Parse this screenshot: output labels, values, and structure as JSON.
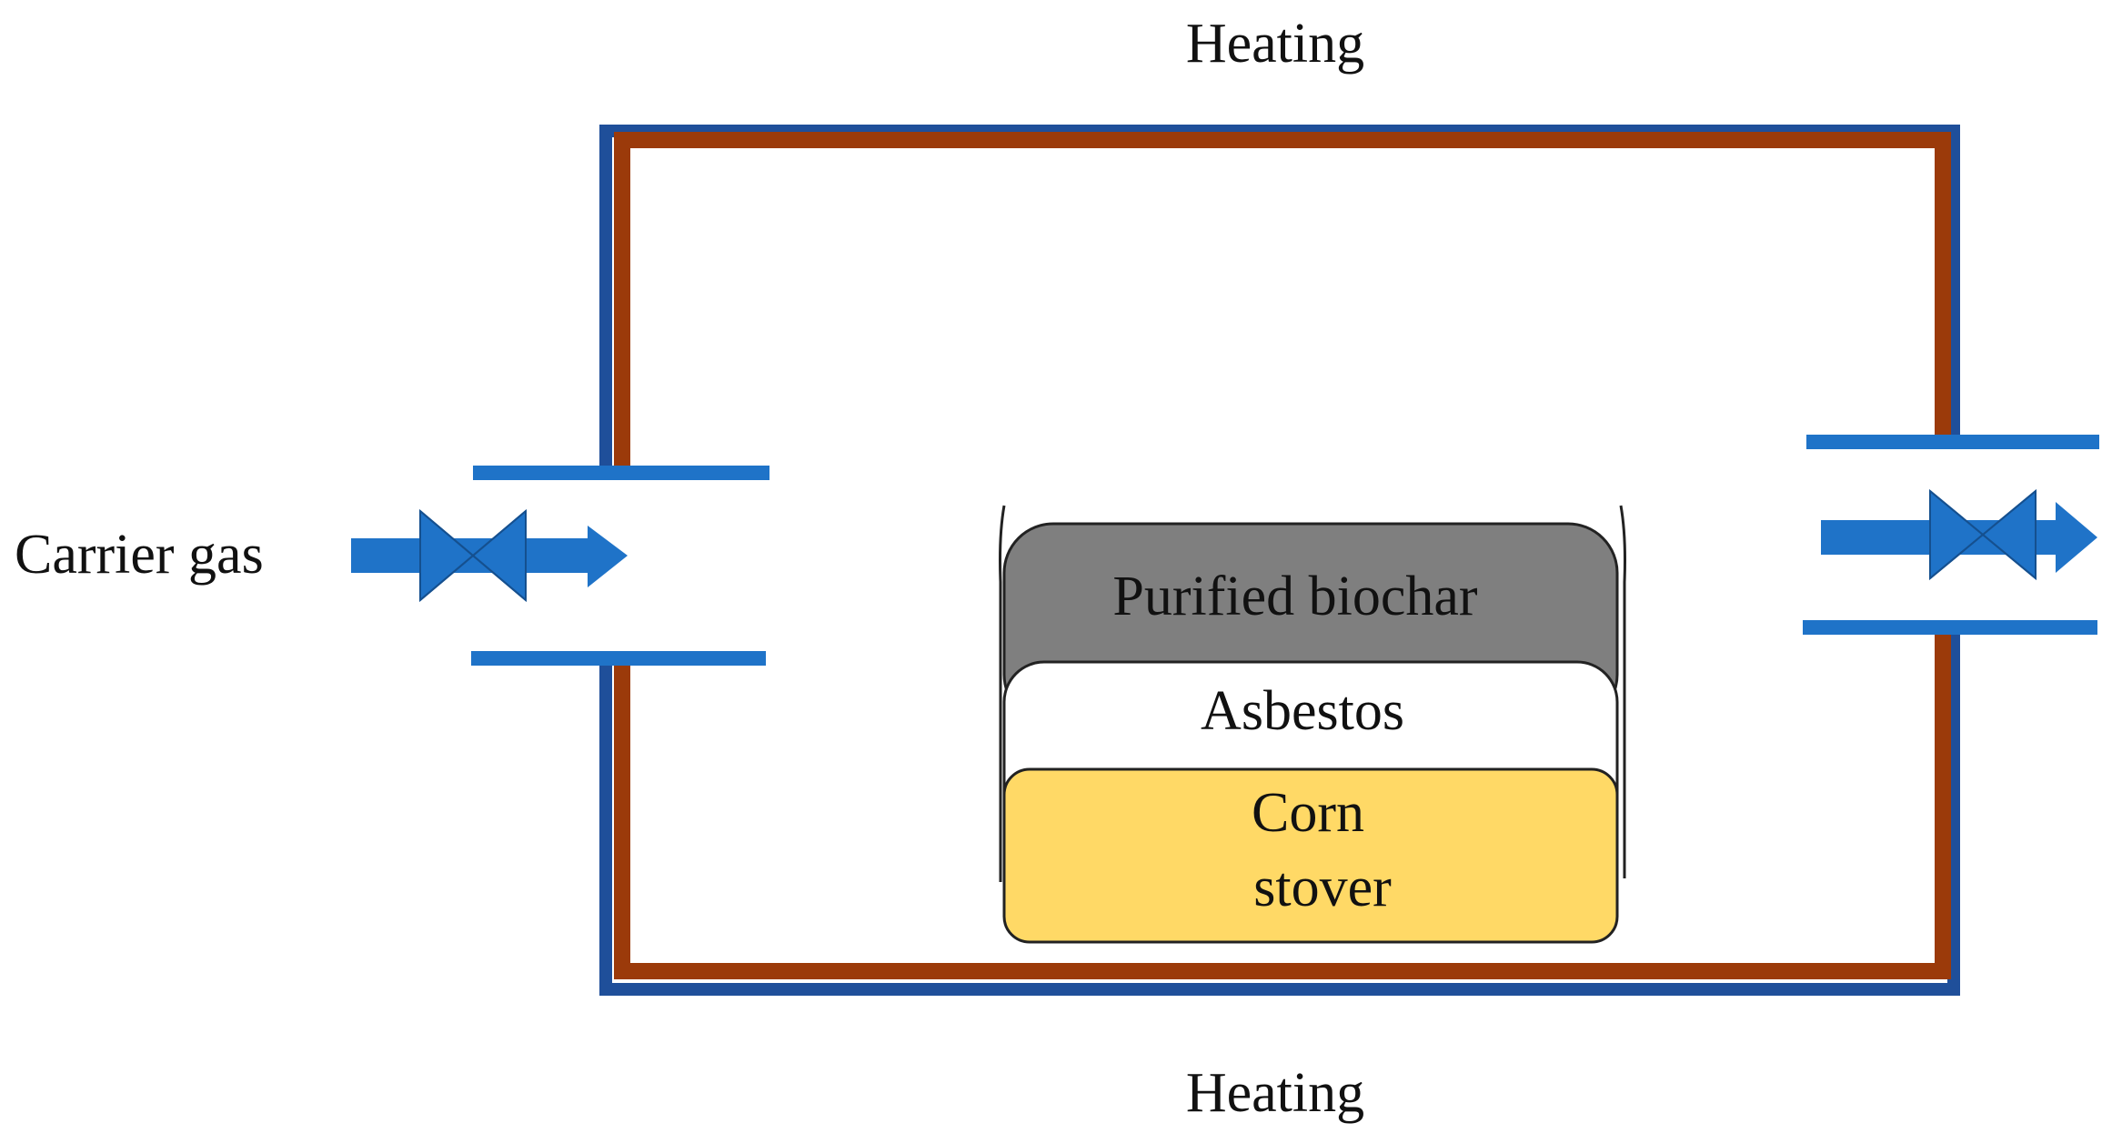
{
  "labels": {
    "heating_top": "Heating",
    "heating_bottom": "Heating",
    "carrier_gas": "Carrier gas",
    "layer_top": "Purified biochar",
    "layer_middle": "Asbestos",
    "layer_bottom_line1": "Corn",
    "layer_bottom_line2": "stover"
  },
  "colors": {
    "furnace_outer": "#1f4f9a",
    "furnace_inner": "#9b3a0a",
    "pipe_blue": "#1f73c8",
    "biochar_gray": "#7f7f7f",
    "asbestos_white": "#ffffff",
    "corn_stover_yellow": "#ffd966",
    "outline": "#222222"
  }
}
